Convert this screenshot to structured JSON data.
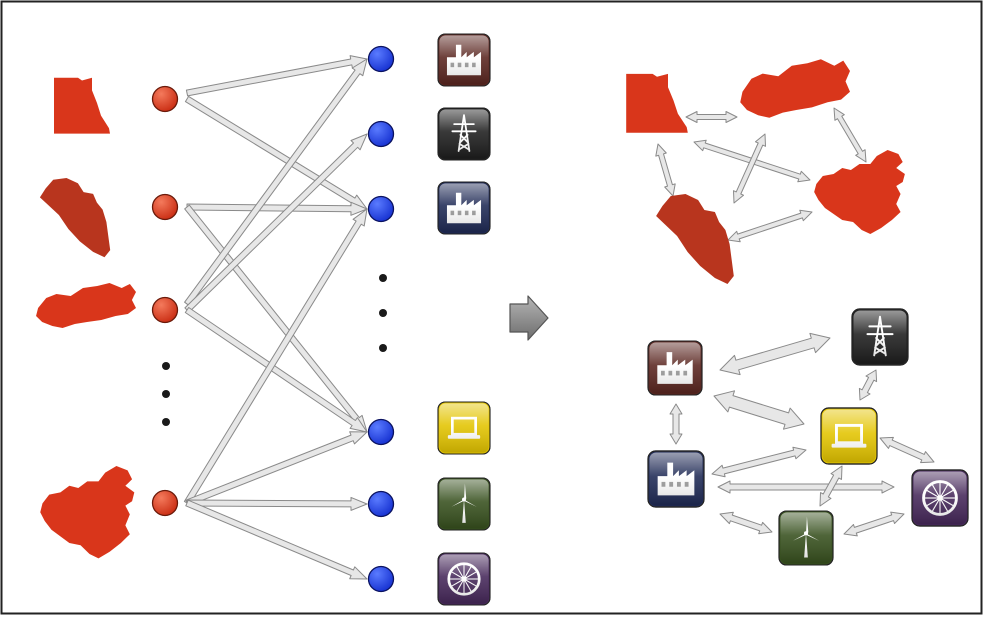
{
  "colors": {
    "country": "#d9361b",
    "country_dark": "#b8351e",
    "source_node": "#d83a1c",
    "target_node": "#1d3fe0",
    "arrow_fill": "#e7e7e7",
    "arrow_stroke": "#8a8a8a",
    "dots": "#1a1a1a",
    "frame": "#222222",
    "center_arrow": "#8c8c8c"
  },
  "left_panel": {
    "countries": [
      {
        "name": "egypt",
        "icon": "egypt-map-icon"
      },
      {
        "name": "peru",
        "icon": "peru-map-icon"
      },
      {
        "name": "turkey",
        "icon": "turkey-map-icon"
      },
      {
        "name": "china",
        "icon": "china-map-icon"
      }
    ],
    "industries": [
      {
        "name": "manufacturing",
        "icon": "factory-icon",
        "color": "#5a2620"
      },
      {
        "name": "utilities",
        "icon": "power-tower-icon",
        "color": "#1e1e1e"
      },
      {
        "name": "industry",
        "icon": "factory-icon",
        "color": "#1f2a55"
      },
      {
        "name": "computing",
        "icon": "laptop-icon",
        "color": "#e3c400"
      },
      {
        "name": "wind-energy",
        "icon": "wind-turbine-icon",
        "color": "#37501e"
      },
      {
        "name": "wheel",
        "icon": "wheel-icon",
        "color": "#46285a"
      }
    ],
    "links": [
      [
        0,
        0
      ],
      [
        0,
        2
      ],
      [
        1,
        2
      ],
      [
        1,
        3
      ],
      [
        2,
        0
      ],
      [
        2,
        1
      ],
      [
        2,
        3
      ],
      [
        3,
        2
      ],
      [
        3,
        3
      ],
      [
        3,
        4
      ],
      [
        3,
        5
      ]
    ]
  },
  "right_panel": {
    "country_links": [
      [
        "egypt",
        "turkey"
      ],
      [
        "egypt",
        "peru"
      ],
      [
        "egypt",
        "china"
      ],
      [
        "turkey",
        "peru"
      ],
      [
        "turkey",
        "china"
      ],
      [
        "peru",
        "china"
      ]
    ],
    "industry_links": [
      [
        "manufacturing",
        "utilities"
      ],
      [
        "manufacturing",
        "computing"
      ],
      [
        "manufacturing",
        "industry"
      ],
      [
        "utilities",
        "computing"
      ],
      [
        "industry",
        "computing"
      ],
      [
        "industry",
        "wheel"
      ],
      [
        "industry",
        "wind-energy"
      ],
      [
        "computing",
        "wheel"
      ],
      [
        "computing",
        "wind-energy"
      ],
      [
        "wind-energy",
        "wheel"
      ]
    ]
  }
}
